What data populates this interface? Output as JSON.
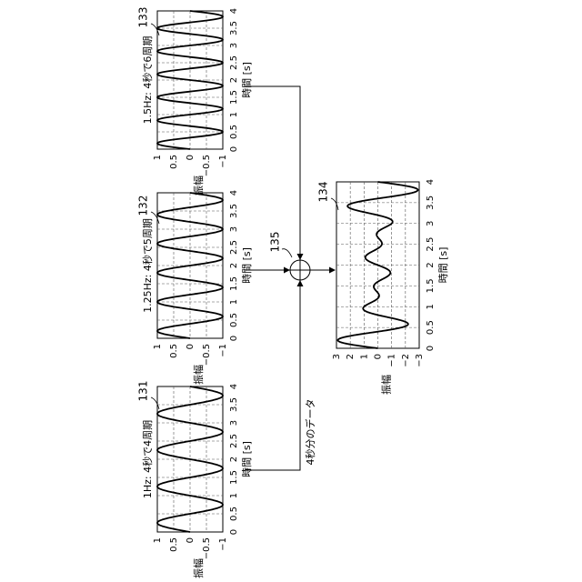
{
  "chart_data": [
    {
      "id": "131",
      "type": "line",
      "title": "1Hz: 4秒で4周期",
      "xlabel": "時間 [s]",
      "ylabel": "振幅",
      "xlim": [
        0,
        4
      ],
      "ylim": [
        -1,
        1
      ],
      "x_ticks": [
        "0",
        "0.5",
        "1",
        "1.5",
        "2",
        "2.5",
        "3",
        "3.5",
        "4"
      ],
      "y_ticks": [
        "1",
        "0.5",
        "0",
        "−0.5",
        "−1"
      ],
      "grid": true,
      "series": [
        {
          "function": "sin",
          "components_hz": [
            1
          ]
        }
      ]
    },
    {
      "id": "132",
      "type": "line",
      "title": "1.25Hz: 4秒で5周期",
      "xlabel": "時間 [s]",
      "ylabel": "振幅",
      "xlim": [
        0,
        4
      ],
      "ylim": [
        -1,
        1
      ],
      "x_ticks": [
        "0",
        "0.5",
        "1",
        "1.5",
        "2",
        "2.5",
        "3",
        "3.5",
        "4"
      ],
      "y_ticks": [
        "1",
        "0.5",
        "0",
        "−0.5",
        "−1"
      ],
      "grid": true,
      "series": [
        {
          "function": "sin",
          "components_hz": [
            1.25
          ]
        }
      ]
    },
    {
      "id": "133",
      "type": "line",
      "title": "1.5Hz: 4秒で6周期",
      "xlabel": "時間 [s]",
      "ylabel": "振幅",
      "xlim": [
        0,
        4
      ],
      "ylim": [
        -1,
        1
      ],
      "x_ticks": [
        "0",
        "0.5",
        "1",
        "1.5",
        "2",
        "2.5",
        "3",
        "3.5",
        "4"
      ],
      "y_ticks": [
        "1",
        "0.5",
        "0",
        "−0.5",
        "−1"
      ],
      "grid": true,
      "series": [
        {
          "function": "sin",
          "components_hz": [
            1.5
          ]
        }
      ]
    },
    {
      "id": "134",
      "type": "line",
      "title": "",
      "xlabel": "時間 [s]",
      "ylabel": "振幅",
      "xlim": [
        0,
        4
      ],
      "ylim": [
        -3,
        3
      ],
      "x_ticks": [
        "0",
        "0.5",
        "1",
        "1.5",
        "2",
        "2.5",
        "3",
        "3.5",
        "4"
      ],
      "y_ticks": [
        "3",
        "2",
        "1",
        "0",
        "−1",
        "−2",
        "−3"
      ],
      "grid": true,
      "series": [
        {
          "function": "sum_of_sin",
          "components_hz": [
            1,
            1.25,
            1.5
          ]
        }
      ]
    }
  ],
  "diagram": {
    "adder_label": "135",
    "data_length_label": "4秒分のデータ"
  }
}
